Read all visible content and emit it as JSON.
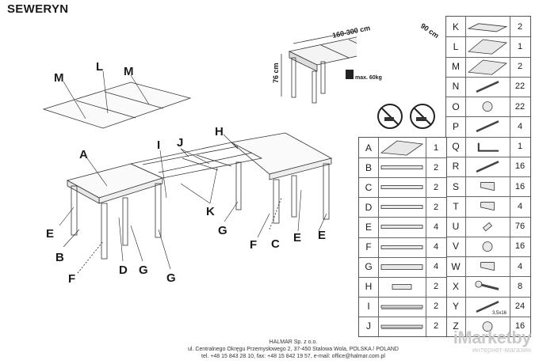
{
  "title": "SEWERYN",
  "dimensions": {
    "length": "160-300 cm",
    "width": "90 cm",
    "height": "76 cm",
    "load": "max. 60kg"
  },
  "callouts": [
    "M",
    "L",
    "M",
    "A",
    "H",
    "I",
    "J",
    "K",
    "E",
    "B",
    "F",
    "D",
    "G",
    "G",
    "G",
    "F",
    "C",
    "E"
  ],
  "parts_left": [
    {
      "letter": "A",
      "qty": "1",
      "icon": "top-panel-icon"
    },
    {
      "letter": "B",
      "qty": "2",
      "icon": "rail-bracket-icon"
    },
    {
      "letter": "C",
      "qty": "2",
      "icon": "rail-icon"
    },
    {
      "letter": "D",
      "qty": "2",
      "icon": "rail-icon"
    },
    {
      "letter": "E",
      "qty": "4",
      "icon": "leg-rail-icon"
    },
    {
      "letter": "F",
      "qty": "4",
      "icon": "rail-icon"
    },
    {
      "letter": "G",
      "qty": "4",
      "icon": "leg-icon"
    },
    {
      "letter": "H",
      "qty": "2",
      "icon": "runner-icon"
    },
    {
      "letter": "I",
      "qty": "2",
      "icon": "slide-icon"
    },
    {
      "letter": "J",
      "qty": "2",
      "icon": "slide-icon"
    }
  ],
  "parts_right": [
    {
      "letter": "K",
      "qty": "2",
      "icon": "panel-edge-icon"
    },
    {
      "letter": "L",
      "qty": "1",
      "icon": "extension-leaf-icon"
    },
    {
      "letter": "M",
      "qty": "2",
      "icon": "extension-leaf-icon"
    },
    {
      "letter": "N",
      "qty": "22",
      "icon": "dowel-icon"
    },
    {
      "letter": "O",
      "qty": "22",
      "icon": "cam-lock-icon"
    },
    {
      "letter": "P",
      "qty": "4",
      "icon": "bolt-icon"
    },
    {
      "letter": "Q",
      "qty": "1",
      "icon": "allen-key-icon"
    },
    {
      "letter": "R",
      "qty": "16",
      "icon": "long-screw-icon"
    },
    {
      "letter": "S",
      "qty": "16",
      "icon": "bracket-icon"
    },
    {
      "letter": "T",
      "qty": "4",
      "icon": "clip-icon"
    },
    {
      "letter": "U",
      "qty": "76",
      "icon": "wood-dowel-icon"
    },
    {
      "letter": "V",
      "qty": "16",
      "icon": "cap-icon"
    },
    {
      "letter": "W",
      "qty": "4",
      "icon": "corner-icon"
    },
    {
      "letter": "X",
      "qty": "8",
      "icon": "wrench-icon"
    },
    {
      "letter": "Y",
      "qty": "24",
      "icon": "screw-icon",
      "note": "3,5x16"
    },
    {
      "letter": "Z",
      "qty": "16",
      "icon": "washer-icon"
    }
  ],
  "footer": [
    "HALMAR Sp. z o.o.",
    "ul. Centralnego Okręgu Przemysłowego 2, 37-450 Stalowa Wola, POLSKA / POLAND",
    "tel. +48 15 843 28 10, fax: +48 15 842 19 57, e-mail: office@halmar.com.pl"
  ],
  "watermark": {
    "brand": "iMarketby",
    "sub": "интернет-магазин"
  }
}
